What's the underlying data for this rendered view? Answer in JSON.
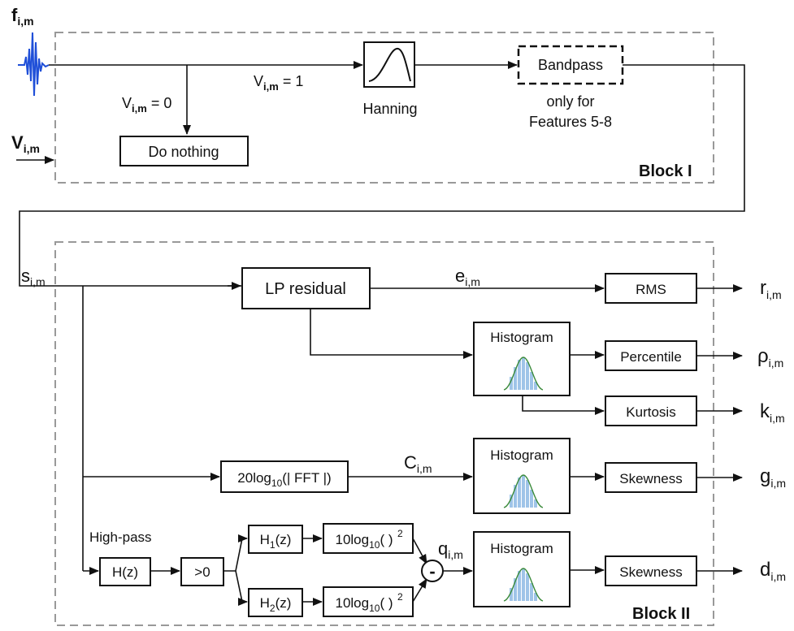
{
  "block1": {
    "title": "Block I",
    "input_f_main": "f",
    "input_f_sub": "i,m",
    "input_v_main": "V",
    "input_v_sub": "i,m",
    "cond_one_main": "V",
    "cond_one_sub": "i,m",
    "cond_one_tail": " = 1",
    "cond_zero_main": "V",
    "cond_zero_sub": "i,m",
    "cond_zero_tail": " = 0",
    "do_nothing": "Do nothing",
    "hanning": "Hanning",
    "bandpass": "Bandpass",
    "bandpass_note_1": "only for",
    "bandpass_note_2": "Features 5-8"
  },
  "block2": {
    "title": "Block II",
    "signal_main": "s",
    "signal_sub": "i,m",
    "lp_residual": "LP residual",
    "e_main": "e",
    "e_sub": "i,m",
    "rms": "RMS",
    "histogram": "Histogram",
    "percentile": "Percentile",
    "kurtosis": "Kurtosis",
    "fft_pre": "20log",
    "fft_sub": "10",
    "fft_post": "(| FFT |)",
    "c_main": "C",
    "c_sub": "i,m",
    "skewness": "Skewness",
    "high_pass": "High-pass",
    "hz": "H(z)",
    "gt0": ">0",
    "h1_main": "H",
    "h1_sub": "1",
    "h1_tail": "(z)",
    "h2_main": "H",
    "h2_sub": "2",
    "h2_tail": "(z)",
    "log10_pre": "10log",
    "log10_sub": "10",
    "log10_post": "( )",
    "log10_sup": "2",
    "minus": "-",
    "q_main": "q",
    "q_sub": "i,m"
  },
  "outputs": {
    "r_main": "r",
    "r_sub": "i,m",
    "rho_main": "ρ",
    "rho_sub": "i,m",
    "k_main": "k",
    "k_sub": "i,m",
    "g_main": "g",
    "g_sub": "i,m",
    "d_main": "d",
    "d_sub": "i,m"
  },
  "colors": {
    "block_border": "#999999",
    "waveform": "#1f4fd8",
    "histogram_bar": "#9fc4e8",
    "histogram_curve": "#3a8a3a"
  }
}
